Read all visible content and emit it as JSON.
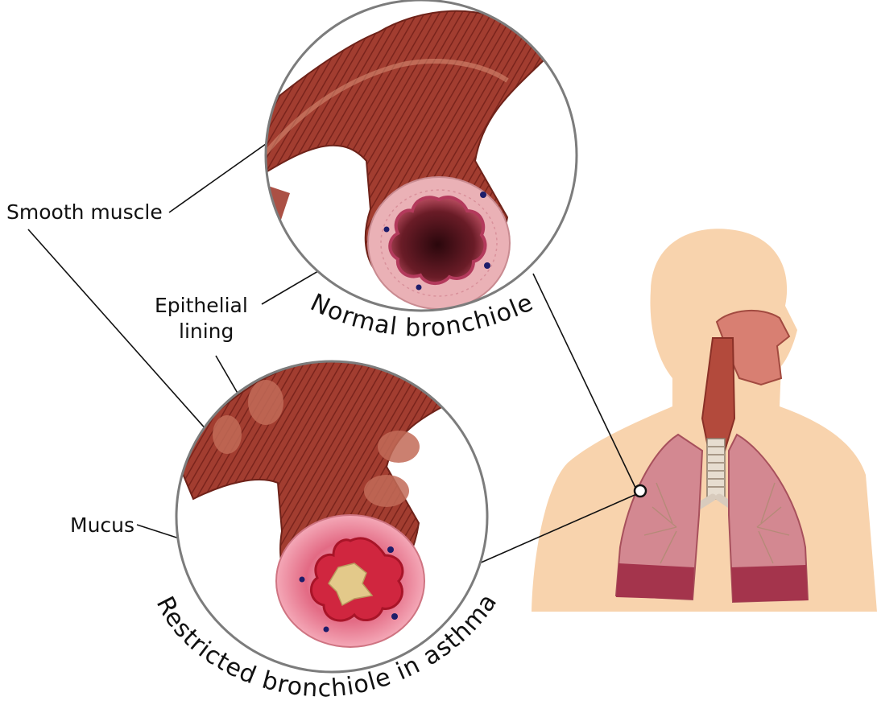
{
  "labels": {
    "smooth_muscle": "Smooth muscle",
    "epithelial_line1": "Epithelial",
    "epithelial_line2": "lining",
    "mucus": "Mucus"
  },
  "captions": {
    "normal": "Normal bronchiole",
    "restricted": "Restricted bronchiole in asthma"
  },
  "colors": {
    "muscle": "#9a3a2e",
    "muscle_light": "#c4604d",
    "lining_pink": "#e9a1a8",
    "lumen_dark": "#5a1a22",
    "mucus": "#e3c98a",
    "skin": "#f8d3ad",
    "lung": "#c9747f",
    "circle_border": "#7c7c7c"
  }
}
